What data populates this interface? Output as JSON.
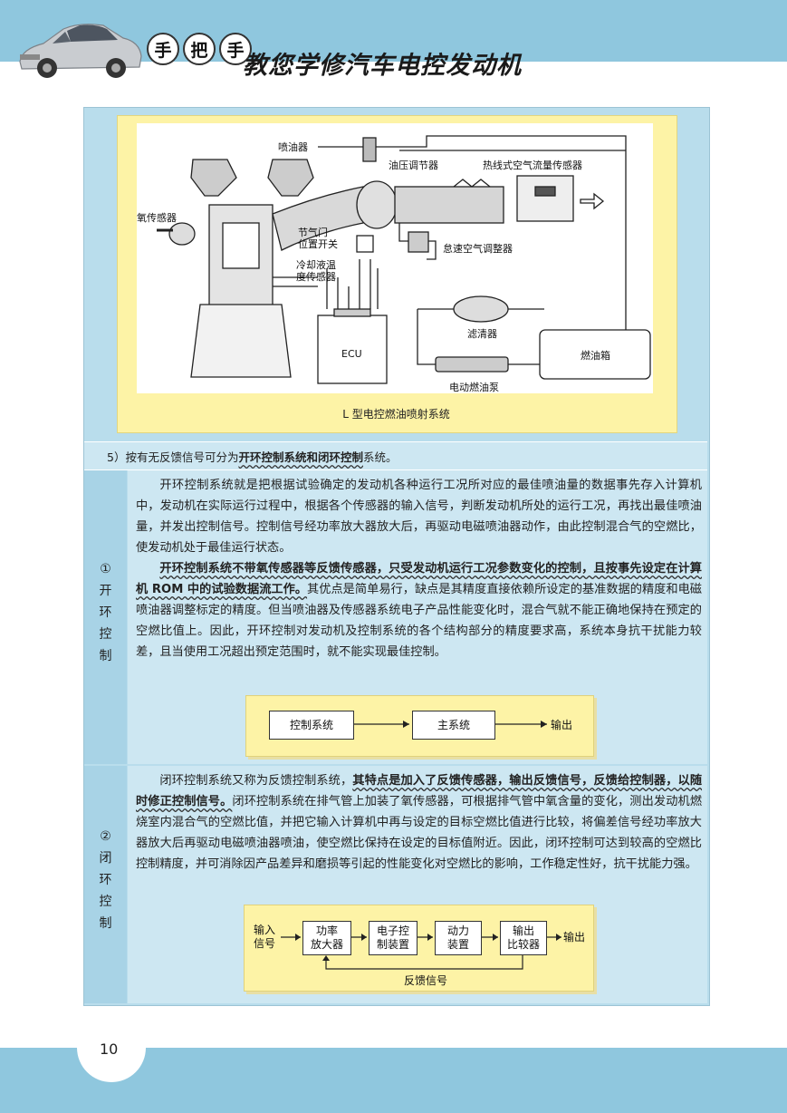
{
  "header": {
    "series_chars": [
      "手",
      "把",
      "手"
    ],
    "book_title": "教您学修汽车电控发动机"
  },
  "figure1": {
    "caption": "L 型电控燃油喷射系统",
    "labels": {
      "injector": "喷油器",
      "pressure_regulator": "油压调节器",
      "hot_wire_maf": "热线式空气流量传感器",
      "o2_sensor": "氧传感器",
      "throttle_switch": "节气门\n位置开关",
      "idle_valve": "怠速空气调整器",
      "coolant_sensor": "冷却液温\n度传感器",
      "ecu": "ECU",
      "filter": "滤清器",
      "fuel_tank": "燃油箱",
      "fuel_pump": "电动燃油泵"
    }
  },
  "item5": {
    "prefix": "5）按有无反馈信号可分为",
    "emphasis": "开环控制系统和闭环控制",
    "suffix": "系统。"
  },
  "open_loop": {
    "label_chars": [
      "①",
      "开",
      "环",
      "控",
      "制"
    ],
    "para1": "开环控制系统就是把根据试验确定的发动机各种运行工况所对应的最佳喷油量的数据事先存入计算机中，发动机在实际运行过程中，根据各个传感器的输入信号，判断发动机所处的运行工况，再找出最佳喷油量，并发出控制信号。控制信号经功率放大器放大后，再驱动电磁喷油器动作，由此控制混合气的空燃比，使发动机处于最佳运行状态。",
    "para2_emph": "开环控制系统不带氧传感器等反馈传感器，只受发动机运行工况参数变化的控制，且按事先设定在计算机 ROM 中的试验数据流工作。",
    "para2_rest": "其优点是简单易行，缺点是其精度直接依赖所设定的基准数据的精度和电磁喷油器调整标定的精度。但当喷油器及传感器系统电子产品性能变化时，混合气就不能正确地保持在预定的空燃比值上。因此，开环控制对发动机及控制系统的各个结构部分的精度要求高，系统本身抗干扰能力较差，且当使用工况超出预定范围时，就不能实现最佳控制。",
    "diagram": {
      "block1": "控制系统",
      "block2": "主系统",
      "output": "输出"
    }
  },
  "closed_loop": {
    "label_chars": [
      "②",
      "闭",
      "环",
      "控",
      "制"
    ],
    "para_start": "闭环控制系统又称为反馈控制系统，",
    "para_emph": "其特点是加入了反馈传感器，输出反馈信号，反馈给控制器，以随时修正控制信号。",
    "para_rest": "闭环控制系统在排气管上加装了氧传感器，可根据排气管中氧含量的变化，测出发动机燃烧室内混合气的空燃比值，并把它输入计算机中再与设定的目标空燃比值进行比较，将偏差信号经功率放大器放大后再驱动电磁喷油器喷油，使空燃比保持在设定的目标值附近。因此，闭环控制可达到较高的空燃比控制精度，并可消除因产品差异和磨损等引起的性能变化对空燃比的影响，工作稳定性好，抗干扰能力强。",
    "diagram": {
      "input": "输入\n信号",
      "block1": "功率\n放大器",
      "block2": "电子控\n制装置",
      "block3": "动力\n装置",
      "block4": "输出\n比较器",
      "output": "输出",
      "feedback": "反馈信号"
    }
  },
  "page_number": "10"
}
